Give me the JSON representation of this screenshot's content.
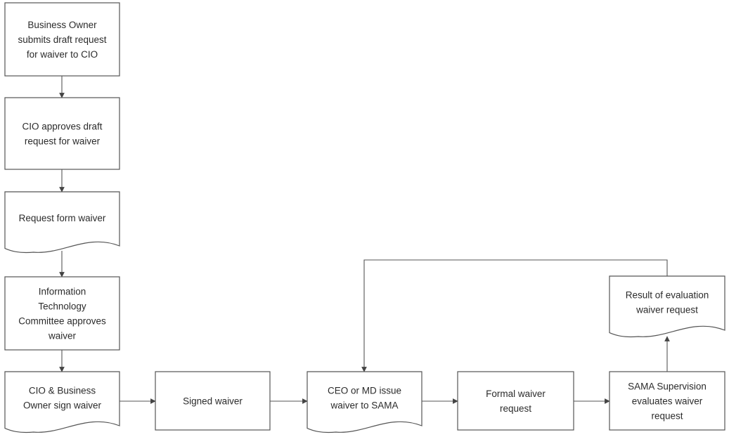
{
  "nodes": [
    {
      "id": "n1",
      "name": "node-business-owner-submits",
      "shape": "rect",
      "lines": [
        "Business Owner",
        "submits draft request",
        "for waiver to CIO"
      ]
    },
    {
      "id": "n2",
      "name": "node-cio-approves-draft",
      "shape": "rect",
      "lines": [
        "CIO approves draft",
        "request for waiver"
      ]
    },
    {
      "id": "n3",
      "name": "node-request-form-waiver",
      "shape": "document",
      "lines": [
        "Request form waiver"
      ]
    },
    {
      "id": "n4",
      "name": "node-it-committee-approves",
      "shape": "rect",
      "lines": [
        "Information",
        "Technology",
        "Committee approves",
        "waiver"
      ]
    },
    {
      "id": "n5",
      "name": "node-cio-business-owner-sign",
      "shape": "document",
      "lines": [
        "CIO & Business",
        "Owner sign waiver"
      ]
    },
    {
      "id": "n6",
      "name": "node-signed-waiver",
      "shape": "rect",
      "lines": [
        "Signed waiver"
      ]
    },
    {
      "id": "n7",
      "name": "node-ceo-md-issue",
      "shape": "document",
      "lines": [
        "CEO or MD issue",
        "waiver to SAMA"
      ]
    },
    {
      "id": "n8",
      "name": "node-formal-waiver-request",
      "shape": "rect",
      "lines": [
        "Formal waiver",
        "request"
      ]
    },
    {
      "id": "n9",
      "name": "node-sama-supervision-evaluates",
      "shape": "rect",
      "lines": [
        "SAMA Supervision",
        "evaluates waiver",
        "request"
      ]
    },
    {
      "id": "n10",
      "name": "node-result-of-evaluation",
      "shape": "document",
      "lines": [
        "Result of evaluation",
        "waiver request"
      ]
    }
  ],
  "edges": [
    {
      "from": "n1",
      "to": "n2"
    },
    {
      "from": "n2",
      "to": "n3"
    },
    {
      "from": "n3",
      "to": "n4"
    },
    {
      "from": "n4",
      "to": "n5"
    },
    {
      "from": "n5",
      "to": "n6"
    },
    {
      "from": "n6",
      "to": "n7"
    },
    {
      "from": "n7",
      "to": "n8"
    },
    {
      "from": "n8",
      "to": "n9"
    },
    {
      "from": "n9",
      "to": "n10"
    },
    {
      "from": "n10",
      "to": "n7"
    }
  ]
}
